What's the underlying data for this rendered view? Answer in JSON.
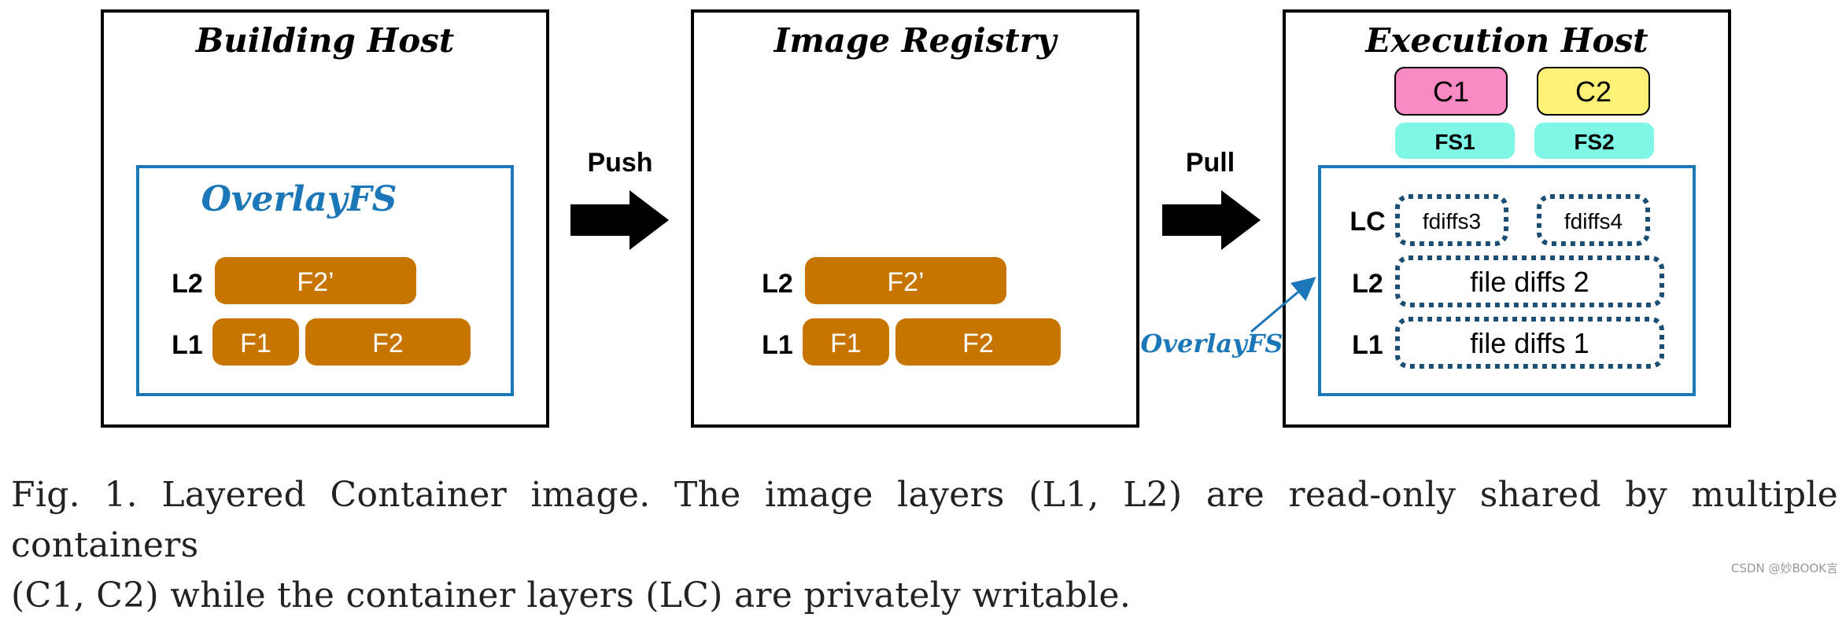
{
  "colors": {
    "layer_fill": "#C87500",
    "overlay_blue": "#1B77B8",
    "c1_fill": "#F98AC4",
    "c2_fill": "#FFF176",
    "fs_fill": "#7EF7E6",
    "dotted_blue": "#1A4E72"
  },
  "hosts": {
    "building": {
      "title": "Building Host",
      "overlay_label": "OverlayFS",
      "layers": [
        {
          "label": "L2",
          "blocks": [
            "F2’"
          ]
        },
        {
          "label": "L1",
          "blocks": [
            "F1",
            "F2"
          ]
        }
      ]
    },
    "registry": {
      "title": "Image Registry",
      "layers": [
        {
          "label": "L2",
          "blocks": [
            "F2’"
          ]
        },
        {
          "label": "L1",
          "blocks": [
            "F1",
            "F2"
          ]
        }
      ]
    },
    "execution": {
      "title": "Execution Host",
      "containers": [
        "C1",
        "C2"
      ],
      "filesystems": [
        "FS1",
        "FS2"
      ],
      "overlay_label": "OverlayFS",
      "layers": [
        {
          "label": "LC",
          "blocks": [
            "fdiffs3",
            "fdiffs4"
          ]
        },
        {
          "label": "L2",
          "blocks": [
            "file diffs 2"
          ]
        },
        {
          "label": "L1",
          "blocks": [
            "file diffs 1"
          ]
        }
      ]
    }
  },
  "arrows": {
    "push": "Push",
    "pull": "Pull"
  },
  "caption": {
    "line1": "Fig. 1. Layered Container image. The image layers (L1, L2) are read-only shared by multiple containers",
    "line2": "(C1, C2) while the container layers (LC) are privately writable."
  },
  "watermark": "CSDN @妙BOOK言"
}
